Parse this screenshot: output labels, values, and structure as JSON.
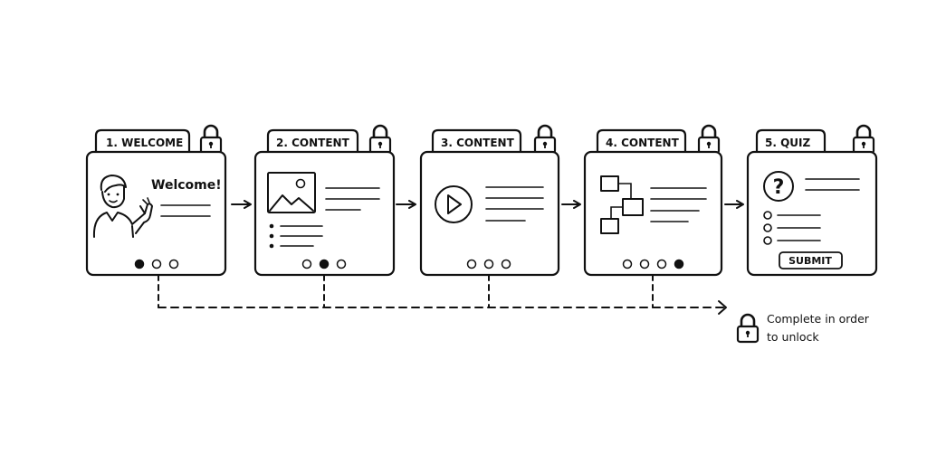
{
  "steps": [
    {
      "label": "1. WELCOME",
      "heading": "Welcome!",
      "dots_total": 3,
      "dots_active": 1,
      "content": "welcome-illustration"
    },
    {
      "label": "2. CONTENT",
      "dots_total": 3,
      "dots_active": 2,
      "content": "image-and-list"
    },
    {
      "label": "3. CONTENT",
      "dots_total": 3,
      "dots_active": 0,
      "content": "video-play"
    },
    {
      "label": "4. CONTENT",
      "dots_total": 4,
      "dots_active": 4,
      "content": "flowchart"
    },
    {
      "label": "5. QUIZ",
      "button": "SUBMIT",
      "dots_total": 0,
      "dots_active": 0,
      "content": "quiz"
    }
  ],
  "note": {
    "line1": "Complete in order",
    "line2": "to unlock",
    "icon": "lock-icon"
  },
  "colors": {
    "ink": "#111111",
    "background": "#ffffff"
  }
}
